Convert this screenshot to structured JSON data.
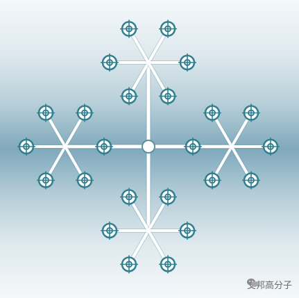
{
  "figure": {
    "background": "#7fa9bc",
    "line_color": "#ffffff",
    "node_color": "#2f7f8f",
    "hub_fill": "#ffffff",
    "star_count": 4,
    "arms_per_star": 6
  },
  "watermark": {
    "icon": "wechat-icon",
    "text": "艾邦高分子"
  }
}
